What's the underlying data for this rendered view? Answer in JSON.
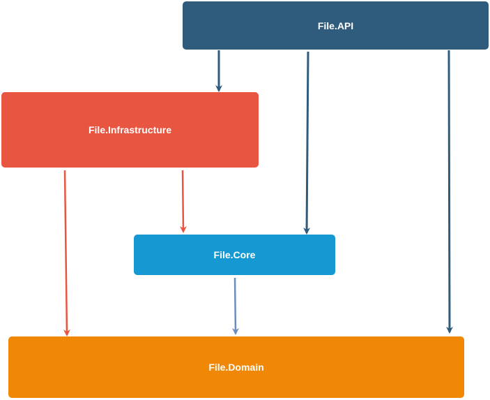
{
  "nodes": {
    "api": {
      "label": "File.API",
      "color": "#2f5b7c"
    },
    "infrastructure": {
      "label": "File.Infrastructure",
      "color": "#e85642"
    },
    "core": {
      "label": "File.Core",
      "color": "#1699d3"
    },
    "domain": {
      "label": "File.Domain",
      "color": "#f08705"
    }
  },
  "edges": [
    {
      "from": "File.API",
      "to": "File.Infrastructure",
      "color": "#2f5b7c"
    },
    {
      "from": "File.API",
      "to": "File.Core",
      "color": "#2f5b7c"
    },
    {
      "from": "File.API",
      "to": "File.Domain",
      "color": "#2f5b7c"
    },
    {
      "from": "File.Infrastructure",
      "to": "File.Domain",
      "color": "#e85642"
    },
    {
      "from": "File.Infrastructure",
      "to": "File.Core",
      "color": "#e85642"
    },
    {
      "from": "File.Core",
      "to": "File.Domain",
      "color": "#6c8ebf"
    }
  ]
}
